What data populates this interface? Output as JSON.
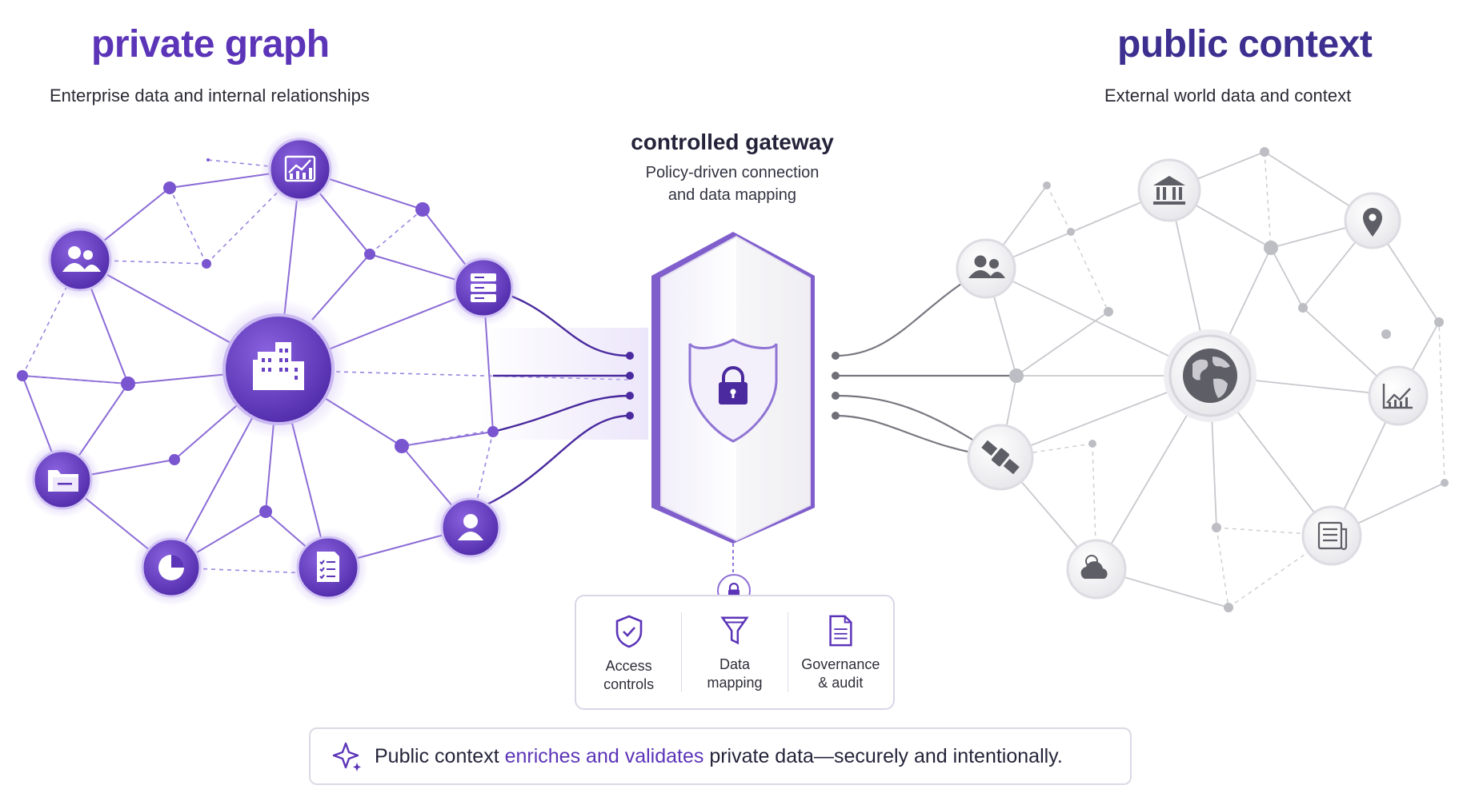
{
  "left_panel": {
    "title": "private graph",
    "subtitle": "Enterprise data and internal relationships"
  },
  "right_panel": {
    "title": "public context",
    "subtitle": "External world data and context"
  },
  "gateway": {
    "title": "controlled gateway",
    "desc_line1": "Policy-driven connection",
    "desc_line2": "and data mapping"
  },
  "controls": [
    {
      "icon": "shield-check-icon",
      "label": "Access\ncontrols"
    },
    {
      "icon": "funnel-icon",
      "label": "Data\nmapping"
    },
    {
      "icon": "document-icon",
      "label": "Governance\n& audit"
    }
  ],
  "banner": {
    "text_before": "Public context ",
    "highlight": "enriches and validates",
    "text_after": " private data—securely and intentionally."
  },
  "colors": {
    "purple": "#5b34b8",
    "purple_mid": "#7a55d0",
    "gray_node": "#6a6a72",
    "gray_line": "#c4c4ca"
  },
  "private_nodes": [
    "building-icon",
    "chart-icon",
    "users-icon",
    "server-icon",
    "folder-icon",
    "pie-chart-icon",
    "checklist-icon",
    "user-icon"
  ],
  "public_nodes": [
    "globe-icon",
    "bank-icon",
    "location-pin-icon",
    "users-icon",
    "trend-chart-icon",
    "satellite-icon",
    "cloud-weather-icon",
    "newspaper-icon"
  ]
}
